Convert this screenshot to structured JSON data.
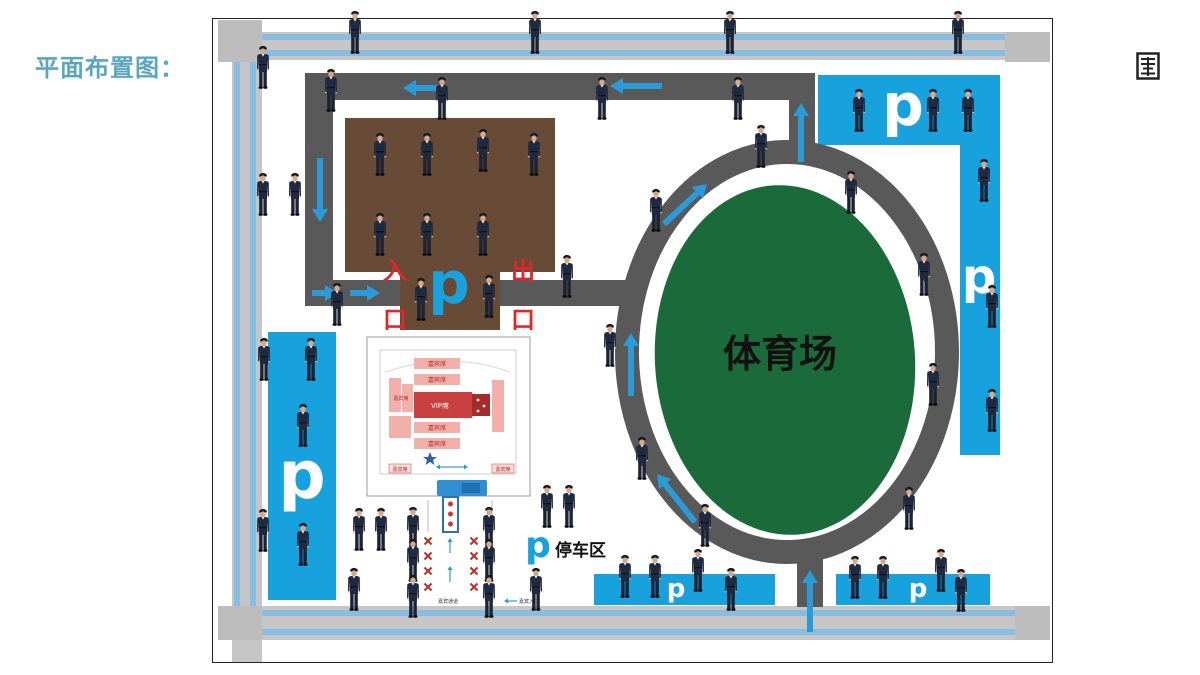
{
  "page": {
    "title": "平面布置图："
  },
  "colors": {
    "title": "#5ba6bd",
    "outer_road": "#c6c6c6",
    "outer_road_stripe": "#86bde0",
    "inner_road": "#595959",
    "plaza": "#674b36",
    "parking": "#17a2de",
    "stadium_field": "#1b6b3a",
    "arrow": "#2b9ad8",
    "entry_exit_text": "#e3262a",
    "guard_uniform": "#1f2940",
    "stage_seat": "#f3b0ab",
    "stage_vip": "#c94040"
  },
  "diagram": {
    "stadium_label": "体育场",
    "entrance_label": [
      "入",
      "口"
    ],
    "exit_label": [
      "出",
      "口"
    ],
    "parking_letter": "p",
    "legend": {
      "letter": "p",
      "text": "停车区"
    },
    "stage": {
      "guest_seats_label": "嘉宾席",
      "vip_label": "VIP席",
      "walkway_labels": [
        "嘉宾通道",
        "嘉宾入口"
      ]
    }
  },
  "icons": {
    "guard": "security-guard-icon",
    "arrow": "direction-arrow-icon",
    "barrier": "barrier-icon",
    "logo": "corner-logo-icon"
  }
}
